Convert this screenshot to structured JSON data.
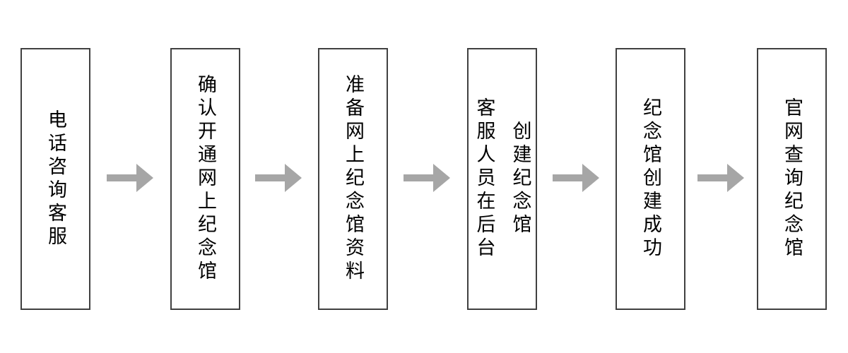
{
  "colors": {
    "box-border": "#404040",
    "box-fill": "#ffffff",
    "text": "#000000",
    "arrow": "#a6a6a6",
    "background": "#ffffff"
  },
  "flow": {
    "direction": "left-to-right",
    "steps": [
      {
        "id": 1,
        "lines": {
          "0": "电话咨询客服"
        }
      },
      {
        "id": 2,
        "lines": {
          "0": "确认开通网上纪念馆"
        }
      },
      {
        "id": 3,
        "lines": {
          "0": "准备网上纪念馆资料"
        }
      },
      {
        "id": 4,
        "lines": {
          "0": "客服人员在后台",
          "1": "创建纪念馆"
        }
      },
      {
        "id": 5,
        "lines": {
          "0": "纪念馆创建成功"
        }
      },
      {
        "id": 6,
        "lines": {
          "0": "官网查询纪念馆"
        }
      }
    ],
    "arrow_count": 5
  }
}
